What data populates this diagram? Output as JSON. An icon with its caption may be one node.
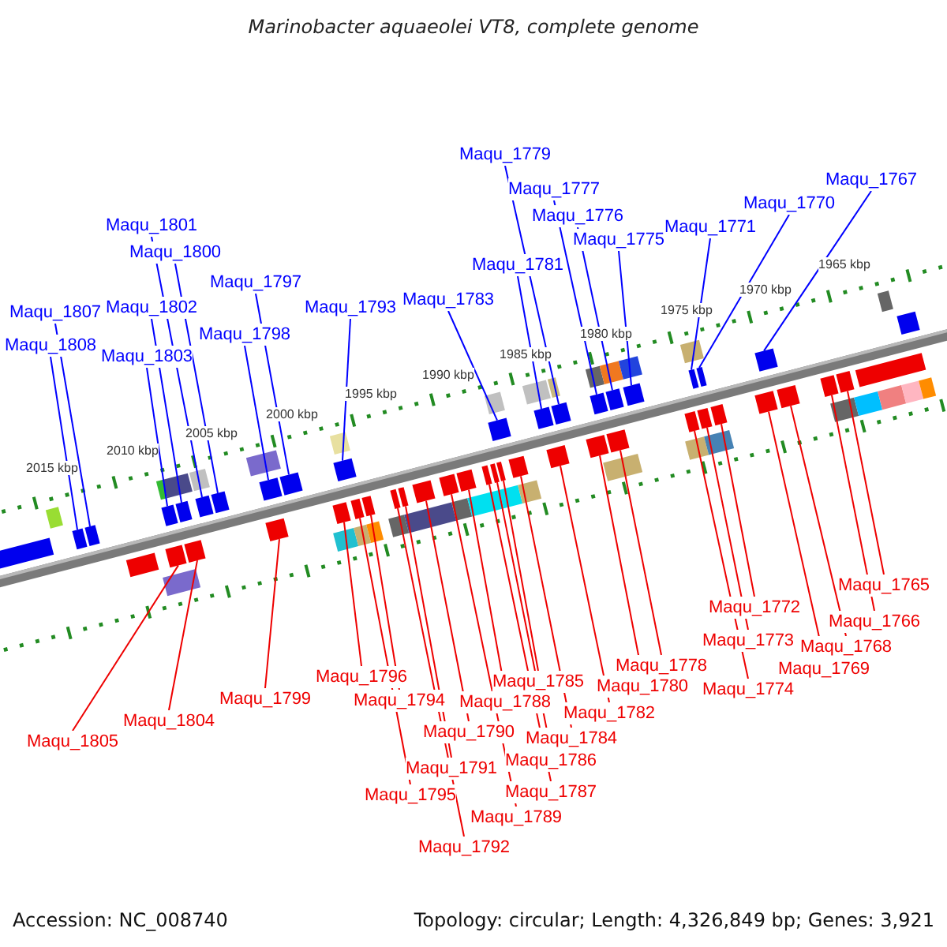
{
  "diagram": {
    "title": "Marinobacter aquaeolei VT8, complete genome",
    "nodes": [
      {
        "text": [
          "Maqu_1779"
        ]
      },
      {
        "text": [
          "Maqu_1767"
        ]
      },
      {
        "text": [
          "Maqu_1777"
        ]
      },
      {
        "text": [
          "Maqu_1770"
        ]
      },
      {
        "text": [
          "Maqu_1776"
        ]
      },
      {
        "text": [
          "Maqu_1771"
        ]
      },
      {
        "text": [
          "Maqu_1801"
        ]
      },
      {
        "text": [
          "Maqu_1775"
        ]
      },
      {
        "text": [
          "Maqu_1800"
        ]
      },
      {
        "text": [
          "Maqu_1781"
        ]
      },
      {
        "text": [
          "Maqu_1797"
        ]
      },
      {
        "text": [
          "Maqu_1783"
        ]
      },
      {
        "text": [
          "Maqu_1793"
        ]
      },
      {
        "text": [
          "Maqu_1802"
        ]
      },
      {
        "text": [
          "Maqu_1807"
        ]
      },
      {
        "text": [
          "Maqu_1798"
        ]
      },
      {
        "text": [
          "Maqu_1808"
        ]
      },
      {
        "text": [
          "Maqu_1803"
        ]
      },
      {
        "text": [
          "Maqu_1765"
        ]
      },
      {
        "text": [
          "Maqu_1772"
        ]
      },
      {
        "text": [
          "Maqu_1766"
        ]
      },
      {
        "text": [
          "Maqu_1773"
        ]
      },
      {
        "text": [
          "Maqu_1768"
        ]
      },
      {
        "text": [
          "Maqu_1769"
        ]
      },
      {
        "text": [
          "Maqu_1796"
        ]
      },
      {
        "text": [
          "Maqu_1778"
        ]
      },
      {
        "text": [
          "Maqu_1785"
        ]
      },
      {
        "text": [
          "Maqu_1780"
        ]
      },
      {
        "text": [
          "Maqu_1774"
        ]
      },
      {
        "text": [
          "Maqu_1794"
        ]
      },
      {
        "text": [
          "Maqu_1788"
        ]
      },
      {
        "text": [
          "Maqu_1782"
        ]
      },
      {
        "text": [
          "Maqu_1799"
        ]
      },
      {
        "text": [
          "Maqu_1790"
        ]
      },
      {
        "text": [
          "Maqu_1784"
        ]
      },
      {
        "text": [
          "Maqu_1804"
        ]
      },
      {
        "text": [
          "Maqu_1805"
        ]
      },
      {
        "text": [
          "Maqu_1786"
        ]
      },
      {
        "text": [
          "Maqu_1791"
        ]
      },
      {
        "text": [
          "Maqu_1787"
        ]
      },
      {
        "text": [
          "Maqu_1795"
        ]
      },
      {
        "text": [
          "Maqu_1789"
        ]
      },
      {
        "text": [
          "Maqu_1792"
        ]
      },
      {
        "text": [],
        "shape": "box"
      },
      {
        "text": [],
        "shape": "box"
      },
      {
        "text": [],
        "shape": "box"
      },
      {
        "text": [],
        "shape": "box"
      },
      {
        "text": [],
        "shape": "box"
      },
      {
        "text": [],
        "shape": "box"
      },
      {
        "text": [],
        "shape": "box"
      },
      {
        "text": [],
        "shape": "box"
      },
      {
        "text": [],
        "shape": "box"
      },
      {
        "text": [],
        "shape": "box"
      },
      {
        "text": [],
        "shape": "box"
      },
      {
        "text": [],
        "shape": "box"
      },
      {
        "text": [],
        "shape": "box"
      },
      {
        "text": [],
        "shape": "box"
      },
      {
        "text": [],
        "shape": "box"
      },
      {
        "text": [],
        "shape": "box"
      },
      {
        "text": [],
        "shape": "box"
      },
      {
        "text": [],
        "shape": "box"
      },
      {
        "text": [],
        "shape": "box"
      },
      {
        "text": [],
        "shape": "box"
      },
      {
        "text": [],
        "shape": "box"
      },
      {
        "text": [],
        "shape": "box"
      },
      {
        "text": [],
        "shape": "box"
      },
      {
        "text": [],
        "shape": "box"
      },
      {
        "text": [],
        "shape": "box"
      },
      {
        "text": [],
        "shape": "box"
      },
      {
        "text": [],
        "shape": "box"
      },
      {
        "text": [],
        "shape": "box"
      },
      {
        "text": [],
        "shape": "box"
      },
      {
        "text": [],
        "shape": "box"
      },
      {
        "text": [],
        "shape": "box"
      },
      {
        "text": [],
        "shape": "box"
      },
      {
        "text": [],
        "shape": "box"
      },
      {
        "text": [],
        "shape": "box"
      },
      {
        "text": [],
        "shape": "box"
      },
      {
        "text": [],
        "shape": "box"
      },
      {
        "text": [],
        "shape": "box"
      },
      {
        "text": [],
        "shape": "box"
      },
      {
        "text": [],
        "shape": "box"
      },
      {
        "text": [],
        "shape": "box"
      },
      {
        "text": [],
        "shape": "box"
      },
      {
        "text": [],
        "shape": "box"
      },
      {
        "text": [],
        "shape": "box"
      },
      {
        "text": [],
        "shape": "box"
      }
    ],
    "edges": [
      {
        "from": 0,
        "to": 69,
        "arrow": "none",
        "color": "#0000ff"
      },
      {
        "from": 1,
        "to": 81,
        "arrow": "none",
        "color": "#0000ff"
      },
      {
        "from": 2,
        "to": 71,
        "arrow": "none",
        "color": "#0000ff"
      },
      {
        "from": 3,
        "to": 78,
        "arrow": "none",
        "color": "#0000ff"
      },
      {
        "from": 4,
        "to": 73,
        "arrow": "none",
        "color": "#0000ff"
      },
      {
        "from": 5,
        "to": 76,
        "arrow": "none",
        "color": "#0000ff"
      },
      {
        "from": 6,
        "to": 49,
        "arrow": "none",
        "color": "#0000ff"
      },
      {
        "from": 7,
        "to": 75,
        "arrow": "none",
        "color": "#0000ff"
      },
      {
        "from": 8,
        "to": 50,
        "arrow": "none",
        "color": "#0000ff"
      },
      {
        "from": 9,
        "to": 68,
        "arrow": "none",
        "color": "#0000ff"
      },
      {
        "from": 10,
        "to": 53,
        "arrow": "none",
        "color": "#0000ff"
      },
      {
        "from": 11,
        "to": 64,
        "arrow": "none",
        "color": "#0000ff"
      },
      {
        "from": 12,
        "to": 54,
        "arrow": "none",
        "color": "#0000ff"
      },
      {
        "from": 13,
        "to": 47,
        "arrow": "none",
        "color": "#0000ff"
      },
      {
        "from": 14,
        "to": 44,
        "arrow": "none",
        "color": "#0000ff"
      },
      {
        "from": 15,
        "to": 51,
        "arrow": "none",
        "color": "#0000ff"
      },
      {
        "from": 16,
        "to": 43,
        "arrow": "none",
        "color": "#0000ff"
      },
      {
        "from": 17,
        "to": 45,
        "arrow": "none",
        "color": "#0000ff"
      },
      {
        "from": 18,
        "to": 85,
        "arrow": "none"
      },
      {
        "from": 19,
        "to": 80,
        "arrow": "none"
      },
      {
        "from": 20,
        "to": 84,
        "arrow": "none"
      },
      {
        "from": 21,
        "to": 79,
        "arrow": "none"
      },
      {
        "from": 22,
        "to": 83,
        "arrow": "none"
      },
      {
        "from": 23,
        "to": 82,
        "arrow": "none"
      },
      {
        "from": 24,
        "to": 55,
        "arrow": "none"
      },
      {
        "from": 25,
        "to": 74,
        "arrow": "none"
      },
      {
        "from": 26,
        "to": 66,
        "arrow": "none"
      },
      {
        "from": 27,
        "to": 72,
        "arrow": "none"
      },
      {
        "from": 28,
        "to": 77,
        "arrow": "none"
      },
      {
        "from": 29,
        "to": 57,
        "arrow": "none"
      },
      {
        "from": 30,
        "to": 62,
        "arrow": "none"
      },
      {
        "from": 31,
        "to": 70,
        "arrow": "none"
      },
      {
        "from": 32,
        "to": 52,
        "arrow": "none"
      },
      {
        "from": 33,
        "to": 60,
        "arrow": "none"
      },
      {
        "from": 34,
        "to": 67,
        "arrow": "none"
      },
      {
        "from": 35,
        "to": 48,
        "arrow": "none"
      },
      {
        "from": 36,
        "to": 46,
        "arrow": "none"
      },
      {
        "from": 37,
        "to": 65,
        "arrow": "none"
      },
      {
        "from": 38,
        "to": 59,
        "arrow": "none"
      },
      {
        "from": 39,
        "to": 63,
        "arrow": "none"
      },
      {
        "from": 40,
        "to": 56,
        "arrow": "none"
      },
      {
        "from": 41,
        "to": 61,
        "arrow": "none"
      },
      {
        "from": 42,
        "to": 58,
        "arrow": "none"
      }
    ],
    "labels": [
      "2015 kbp",
      "2010 kbp",
      "2005 kbp",
      "2000 kbp",
      "1995 kbp",
      "1990 kbp",
      "1985 kbp",
      "1980 kbp",
      "1975 kbp",
      "1970 kbp",
      "1965 kbp",
      "Accession: NC_008740",
      "Topology: circular; Length: 4,326,849 bp; Genes: 3,921"
    ]
  }
}
